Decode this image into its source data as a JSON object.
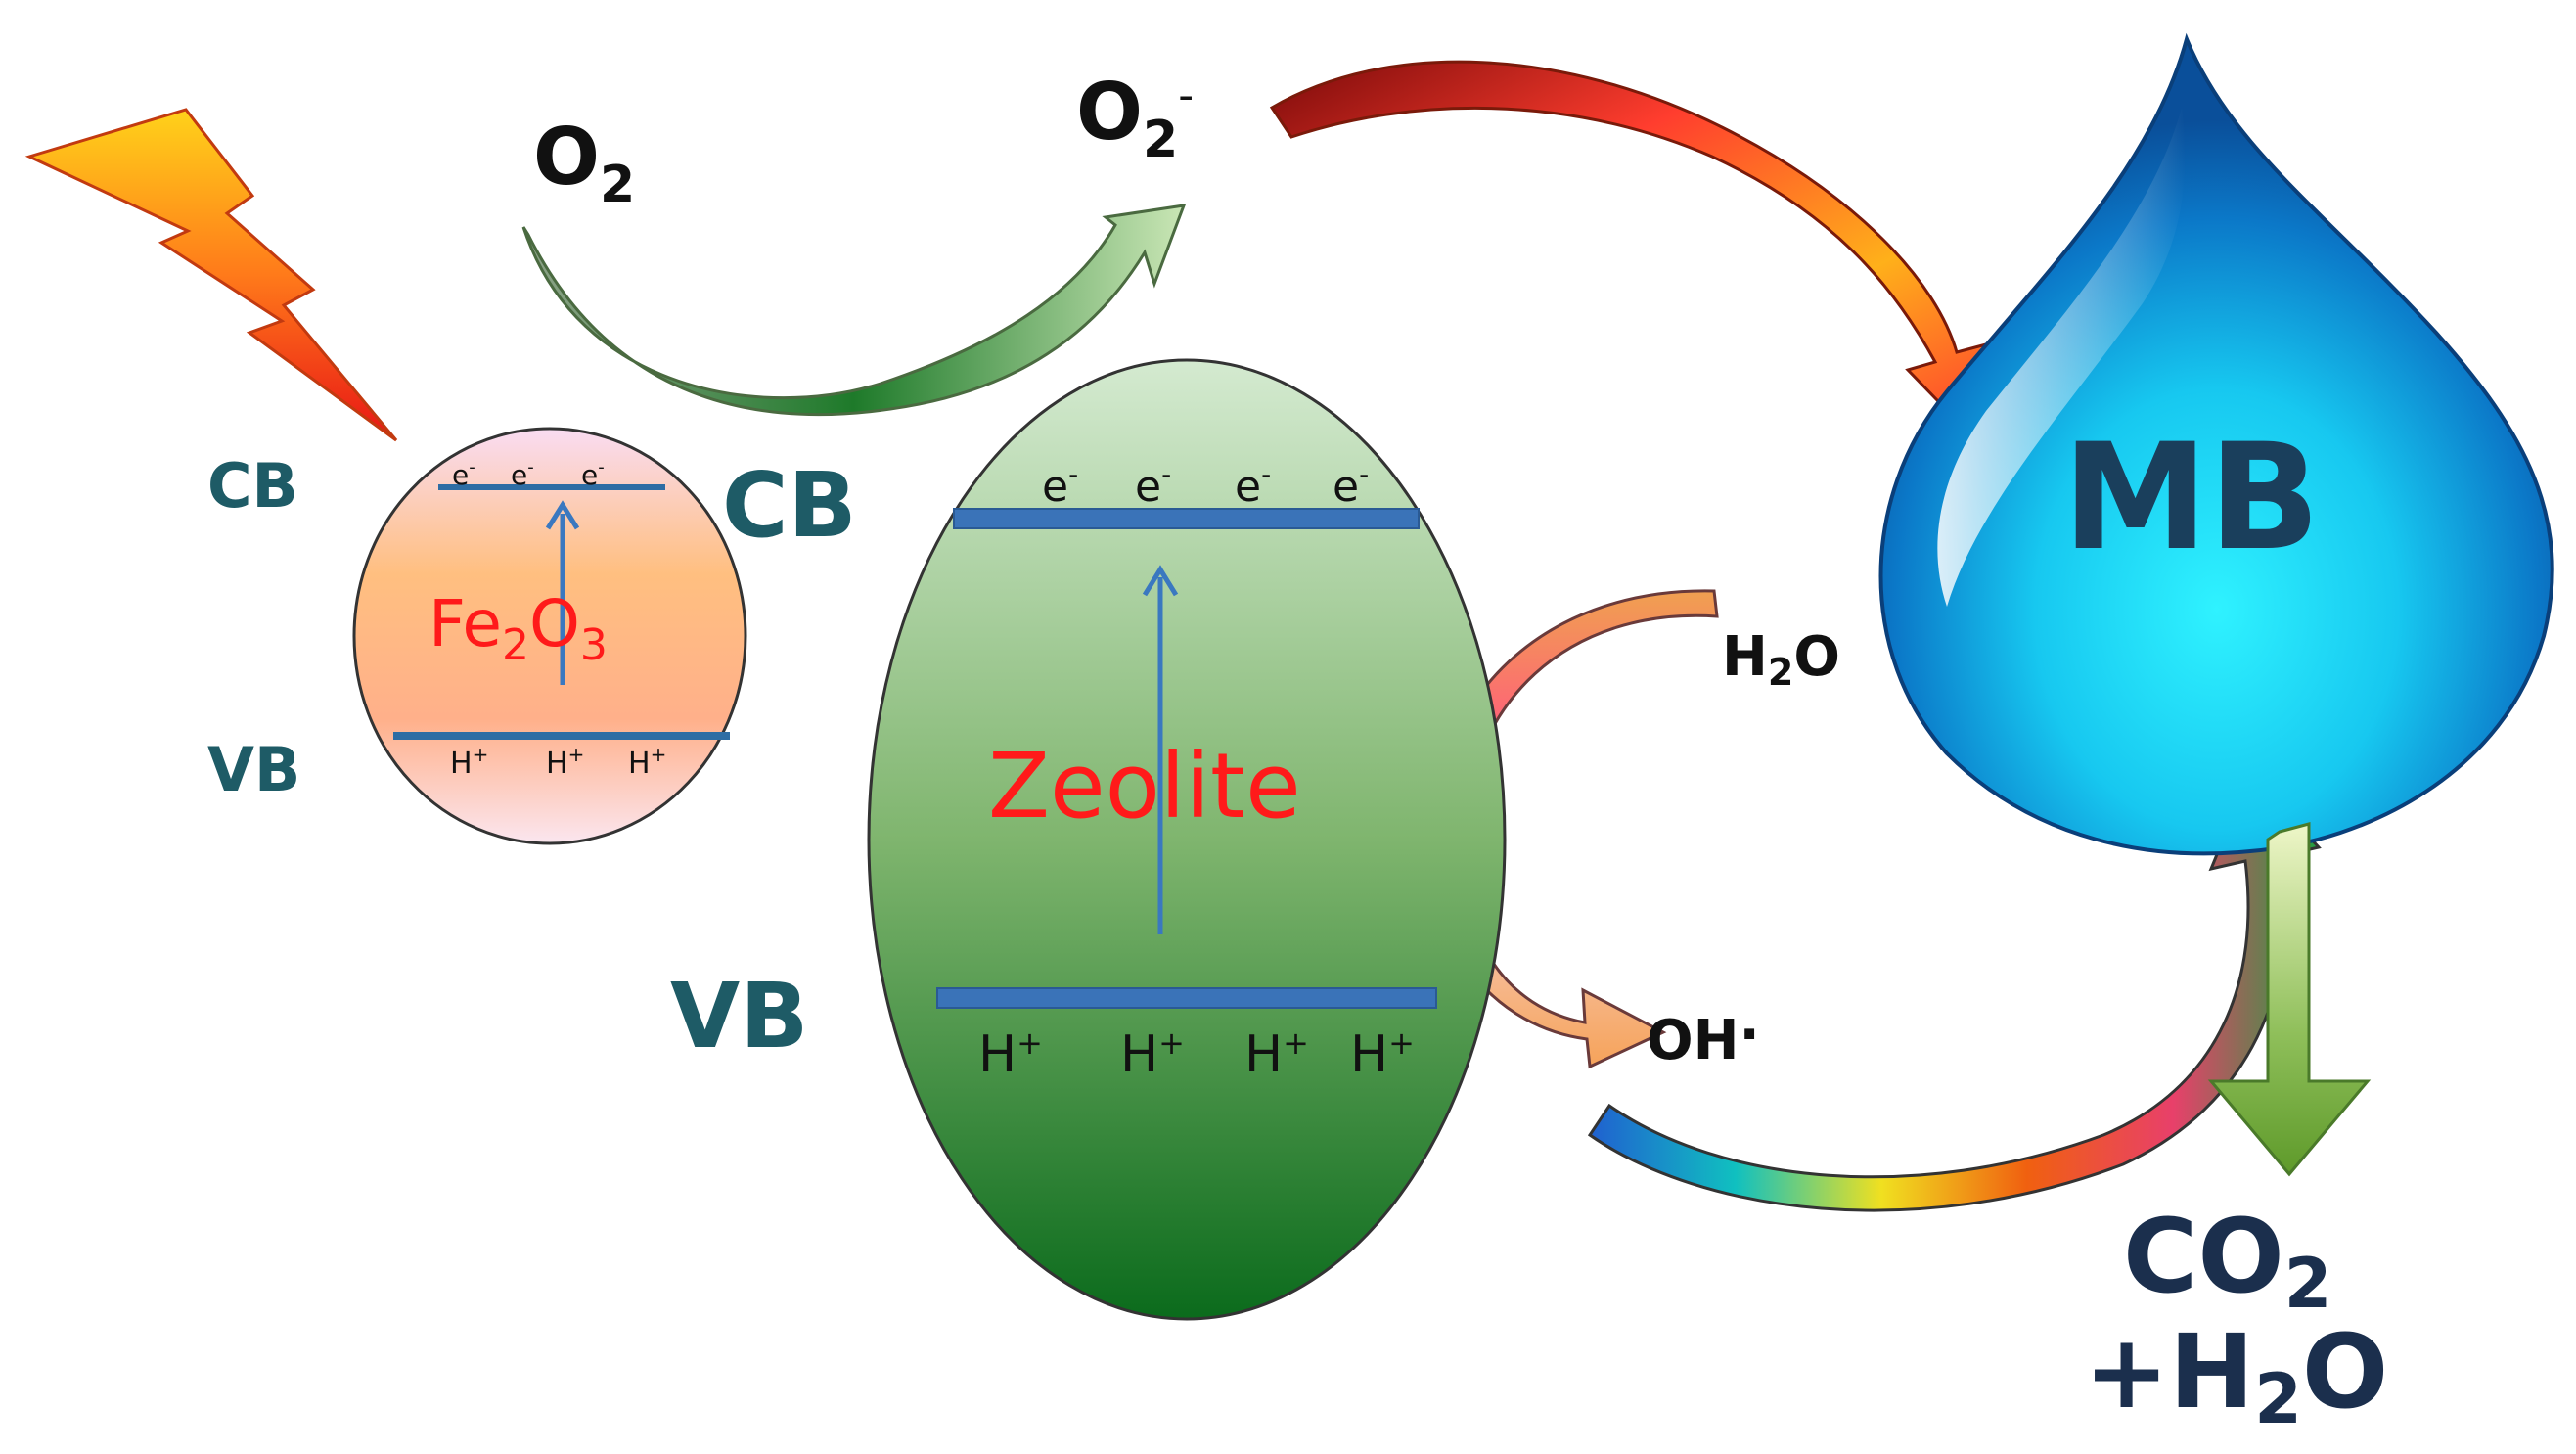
{
  "fe2o3": {
    "cb_label": "CB",
    "vb_label": "VB",
    "name_main": "Fe",
    "name_sub1": "2",
    "name_mid": "O",
    "name_sub2": "3",
    "electrons": [
      "e",
      "e",
      "e"
    ],
    "holes": [
      "H",
      "H",
      "H"
    ],
    "electron_charge": "-",
    "hole_charge": "+"
  },
  "zeolite": {
    "cb_label": "CB",
    "vb_label": "VB",
    "name": "Zeolite",
    "electrons": [
      "e",
      "e",
      "e",
      "e"
    ],
    "holes": [
      "H",
      "H",
      "H",
      "H"
    ],
    "electron_charge": "-",
    "hole_charge": "+"
  },
  "species": {
    "o2_main": "O",
    "o2_sub": "2",
    "superoxide_main": "O",
    "superoxide_sub": "2",
    "superoxide_charge": "-",
    "water_h": "H",
    "water_sub": "2",
    "water_o": "O",
    "hydroxyl": "OH",
    "hydroxyl_dot": "."
  },
  "pollutant": {
    "label": "MB"
  },
  "products": {
    "co2_main": "CO",
    "co2_sub": "2",
    "water_line_plus": "+H",
    "water_line_sub": "2",
    "water_line_o": "O"
  },
  "colors": {
    "band_label": "#1e5b66",
    "band_line": "#2e6da4",
    "material_name": "#ff1a1a",
    "mb_text": "#1a3f5c",
    "drop_light": "#22e6ff",
    "drop_dark": "#0a4f9a"
  },
  "icons": [
    "lightning-bolt-icon",
    "curved-arrow-icon",
    "water-drop-icon",
    "down-arrow-icon"
  ]
}
